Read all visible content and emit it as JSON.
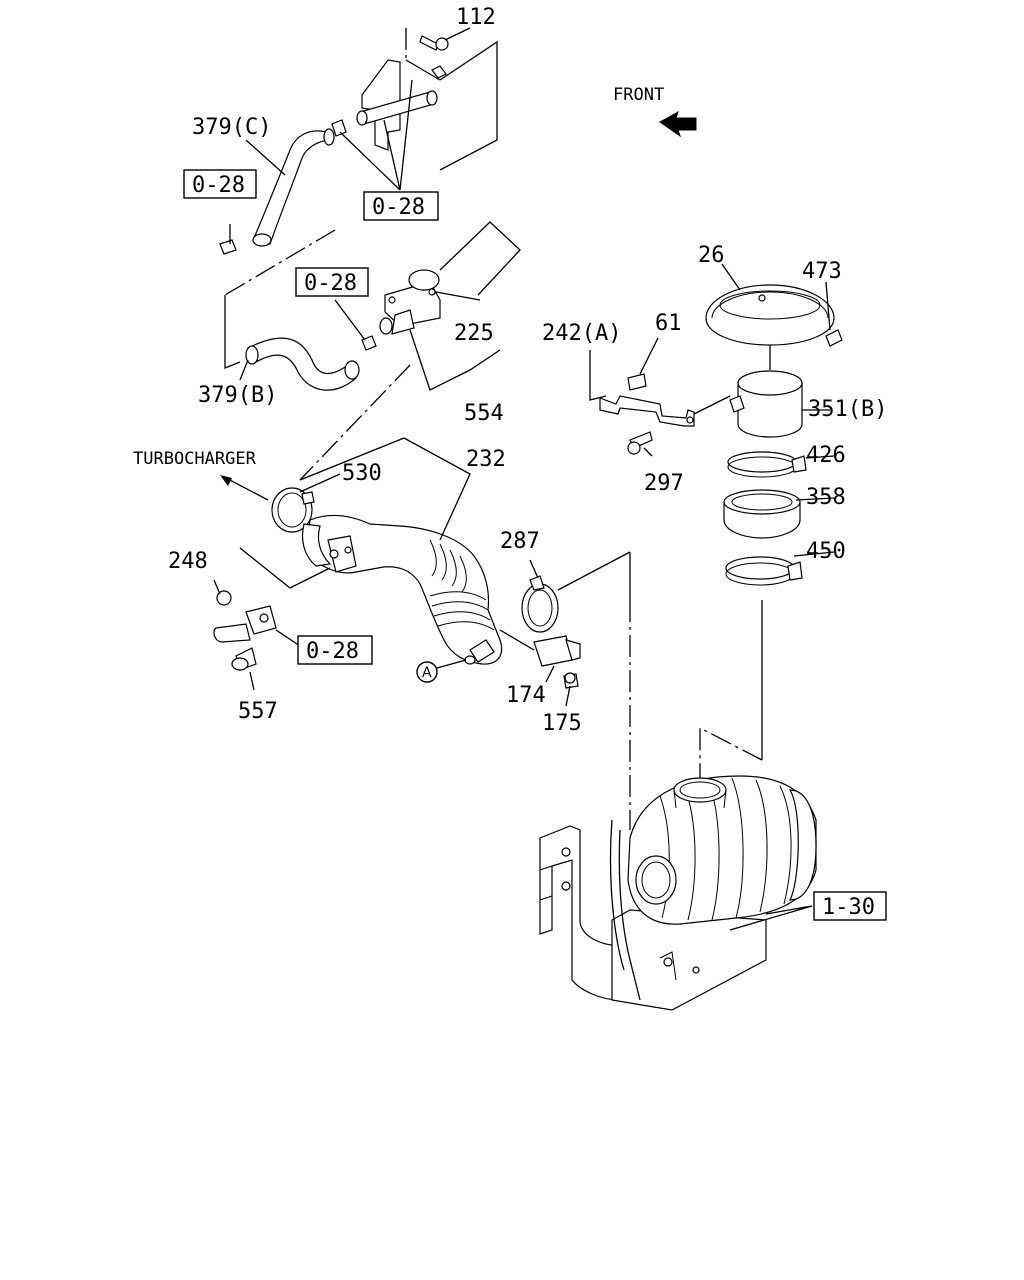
{
  "labels": {
    "p112": "112",
    "p379c": "379(C)",
    "p379b": "379(B)",
    "p225": "225",
    "p554": "554",
    "p26": "26",
    "p473": "473",
    "p242a": "242(A)",
    "p61": "61",
    "p351b": "351(B)",
    "p297": "297",
    "p426": "426",
    "p358": "358",
    "p450": "450",
    "p530": "530",
    "p232": "232",
    "p287": "287",
    "p248": "248",
    "p557": "557",
    "p174": "174",
    "p175": "175"
  },
  "refs": {
    "r028_a": "0-28",
    "r028_b": "0-28",
    "r028_c": "0-28",
    "r028_d": "0-28",
    "r130": "1-30"
  },
  "annotations": {
    "front": "FRONT",
    "turbocharger": "TURBOCHARGER",
    "circle_a": "A"
  }
}
